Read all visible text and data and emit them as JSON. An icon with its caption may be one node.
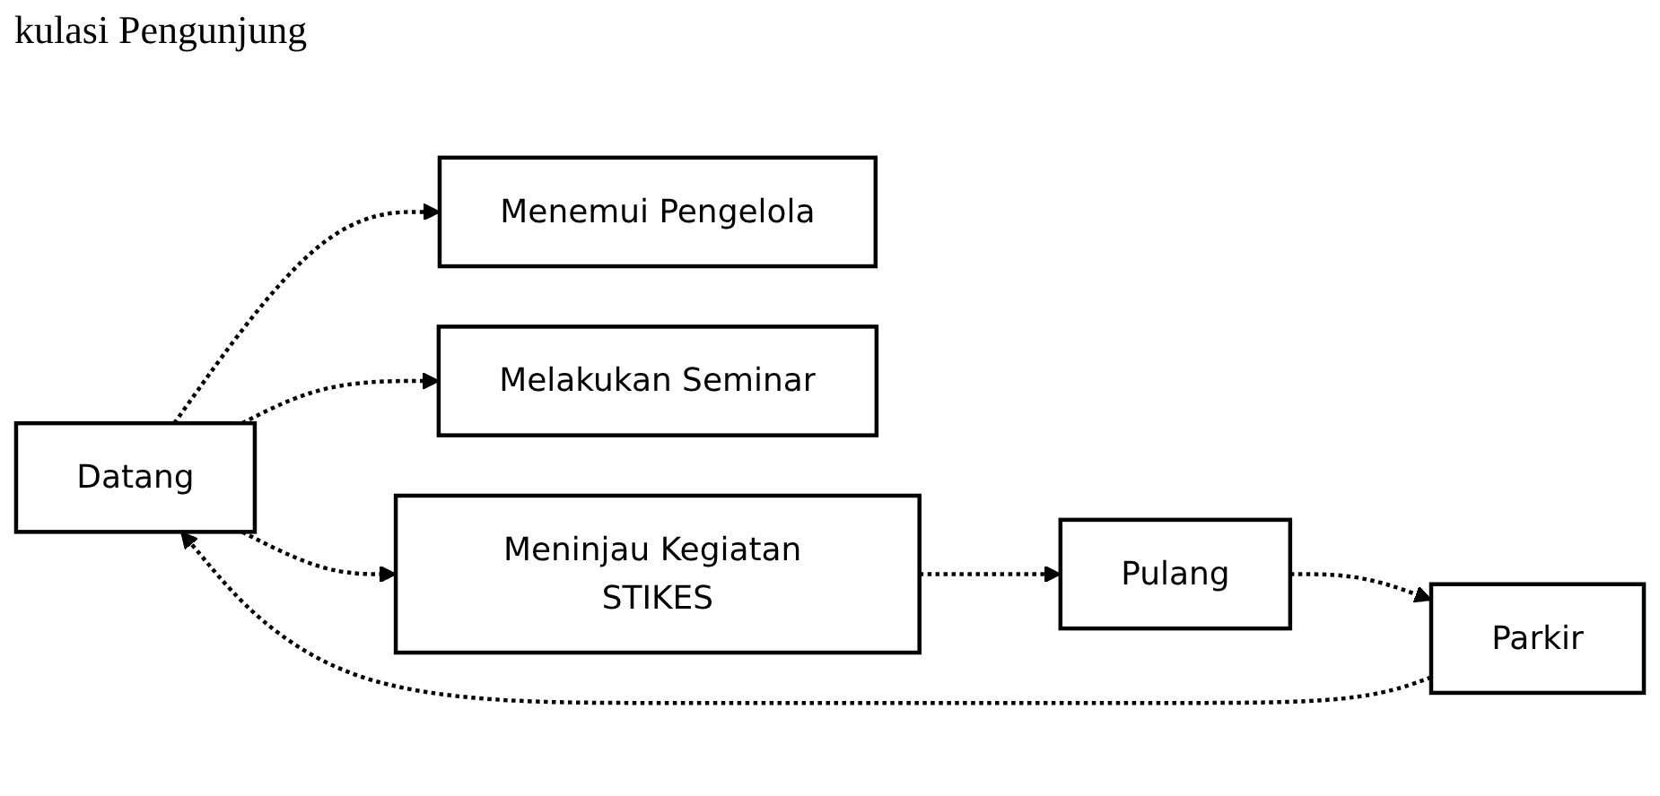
{
  "diagram": {
    "title": "kulasi Pengunjung",
    "nodes": [
      {
        "text": [
          "Datang"
        ]
      },
      {
        "text": [
          "Parkir"
        ]
      },
      {
        "text": [
          "Pulang"
        ]
      },
      {
        "text": [
          "Menemui Pengelola"
        ]
      },
      {
        "text": [
          "Melakukan Seminar"
        ]
      },
      {
        "text": [
          "Meninjau Kegiatan STIKES"
        ]
      }
    ],
    "edges": [
      {
        "from": 1,
        "to": 0,
        "arrow": "to",
        "style": "dashed"
      },
      {
        "from": 2,
        "to": 1,
        "arrow": "to",
        "style": "dashed"
      },
      {
        "from": 0,
        "to": 3,
        "arrow": "to",
        "style": "dashed"
      },
      {
        "from": 0,
        "to": 4,
        "arrow": "to",
        "style": "dashed"
      },
      {
        "from": 0,
        "to": 5,
        "arrow": "to",
        "style": "dashed"
      },
      {
        "from": 5,
        "to": 2,
        "arrow": "to",
        "style": "dashed"
      }
    ]
  }
}
